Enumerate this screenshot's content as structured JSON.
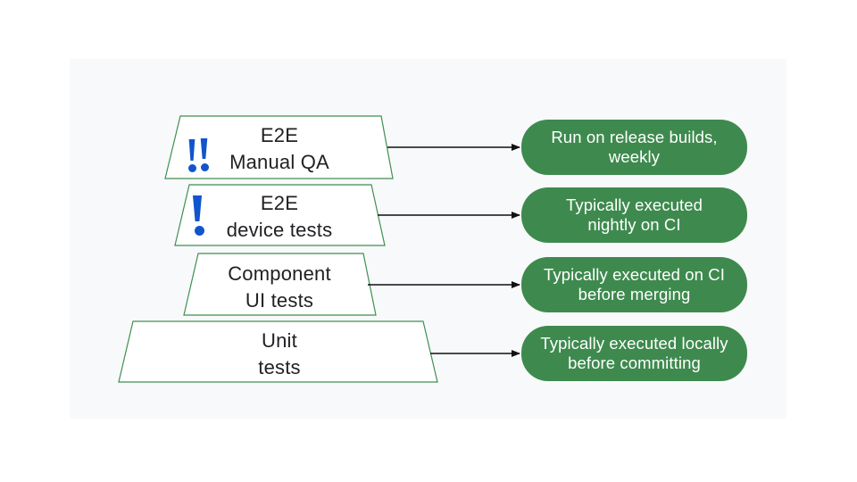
{
  "diagram": {
    "levels": [
      {
        "id": "e2e-manual-qa",
        "label": [
          "E2E",
          "Manual QA"
        ],
        "priority_icon": "double-exclamation-icon",
        "note": [
          "Run on release builds,",
          "weekly"
        ]
      },
      {
        "id": "e2e-device-tests",
        "label": [
          "E2E",
          "device tests"
        ],
        "priority_icon": "exclamation-icon",
        "note": [
          "Typically executed",
          "nightly on CI"
        ]
      },
      {
        "id": "component-ui-tests",
        "label": [
          "Component",
          "UI tests"
        ],
        "priority_icon": null,
        "note": [
          "Typically executed on CI",
          "before merging"
        ]
      },
      {
        "id": "unit-tests",
        "label": [
          "Unit",
          "tests"
        ],
        "priority_icon": null,
        "note": [
          "Typically executed locally",
          "before committing"
        ]
      }
    ],
    "colors": {
      "panel_bg": "#F8F9FA",
      "note_green": "#3E8A4E",
      "trapezoid_border": "#3F8F52",
      "trapezoid_fill": "#FFFFFF",
      "icon_blue": "#1155CC",
      "label_text": "#202124",
      "note_text": "#FFFFFF",
      "arrow": "#111111"
    }
  }
}
